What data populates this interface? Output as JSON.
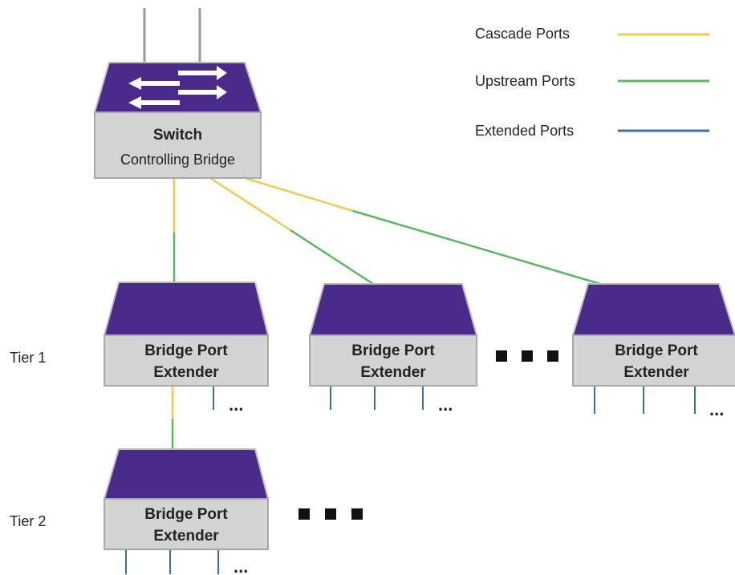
{
  "legend": {
    "cascade_label": "Cascade Ports",
    "upstream_label": "Upstream Ports",
    "extended_label": "Extended Ports"
  },
  "colors": {
    "cascade": "#f2c94c",
    "upstream": "#5cb85c",
    "extended": "#3f6fa8",
    "device_top": "#4a2a8a",
    "device_body": "#d3d3d3",
    "arrow": "#ffffff",
    "dot": "#111111"
  },
  "switch": {
    "title": "Switch",
    "subtitle": "Controlling Bridge"
  },
  "extender": {
    "line1": "Bridge Port",
    "line2": "Extender"
  },
  "tiers": {
    "tier1": "Tier 1",
    "tier2": "Tier 2"
  },
  "ellipsis": "..."
}
